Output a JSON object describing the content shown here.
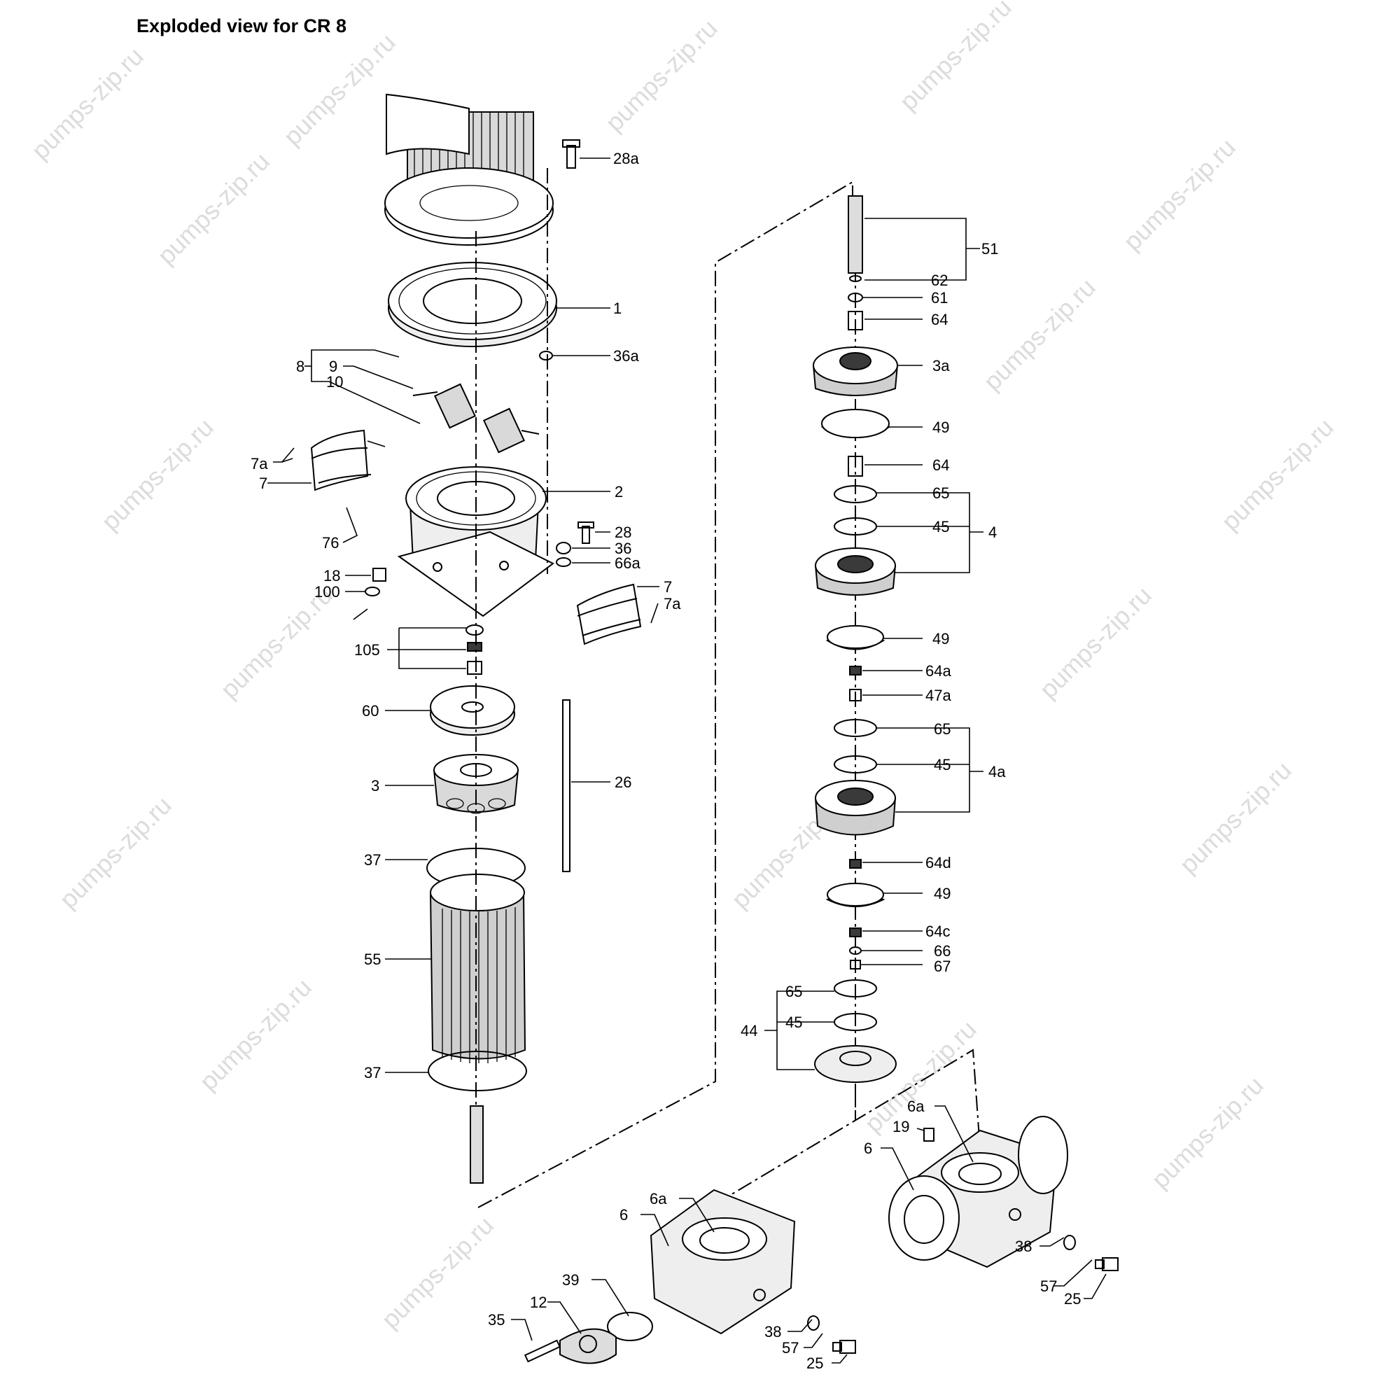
{
  "title": "Exploded view for CR 8",
  "watermark": "pumps-zip.ru",
  "labels": {
    "l28a": "28a",
    "l1": "1",
    "l36a": "36a",
    "l8": "8",
    "l9": "9",
    "l10": "10",
    "l7a_left": "7a",
    "l7_left": "7",
    "l2": "2",
    "l76": "76",
    "l28": "28",
    "l36": "36",
    "l66a": "66a",
    "l18": "18",
    "l100": "100",
    "l7_right": "7",
    "l7a_right": "7a",
    "l105": "105",
    "l60": "60",
    "l26": "26",
    "l3": "3",
    "l37_top": "37",
    "l55": "55",
    "l37_bottom": "37",
    "l51": "51",
    "l62": "62",
    "l61": "61",
    "l64_top": "64",
    "l3a": "3a",
    "l49_1": "49",
    "l64_2": "64",
    "l65_1": "65",
    "l45_1": "45",
    "l4": "4",
    "l49_2": "49",
    "l64a": "64a",
    "l47a": "47a",
    "l65_2": "65",
    "l45_2": "45",
    "l4a": "4a",
    "l64d": "64d",
    "l49_3": "49",
    "l64c": "64c",
    "l66": "66",
    "l67": "67",
    "l65_3": "65",
    "l44": "44",
    "l45_3": "45",
    "l6a_left": "6a",
    "l6_left": "6",
    "l39": "39",
    "l12": "12",
    "l35": "35",
    "l38_left": "38",
    "l57_left": "57",
    "l25_left": "25",
    "l6a_right": "6a",
    "l19": "19",
    "l6_right": "6",
    "l38_right": "38",
    "l57_right": "57",
    "l25_right": "25"
  }
}
